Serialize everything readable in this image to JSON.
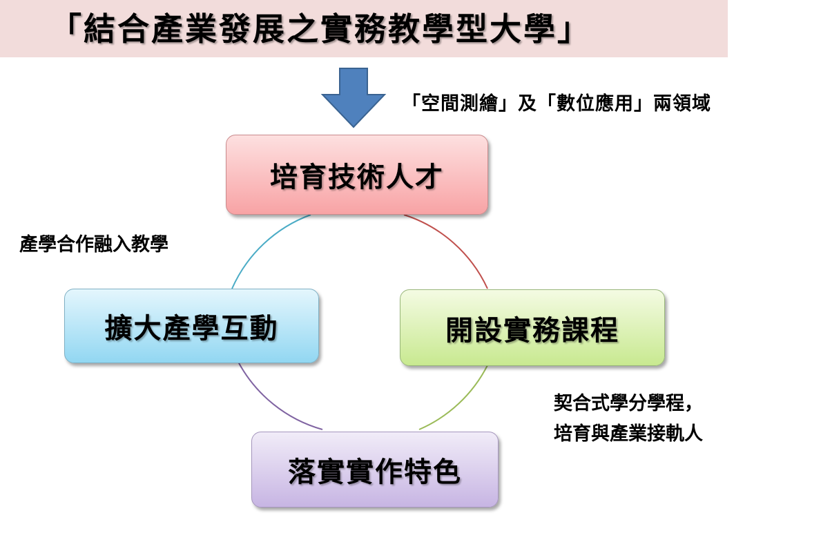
{
  "banner": {
    "title": "「結合產業發展之實務教學型大學」",
    "color": "#f2dcdb"
  },
  "notes": {
    "top": "「空間測繪」及「數位應用」兩領域",
    "left": "產學合作融入教學",
    "right_line1": "契合式學分學程，",
    "right_line2": "培育與產業接軌人"
  },
  "boxes": {
    "top": "培育技術人才",
    "right": "開設實務課程",
    "bottom": "落實實作特色",
    "left": "擴大產學互動"
  },
  "colors": {
    "arrow": "#4f81bd",
    "box_top": "#f8a3a5",
    "box_right": "#c8e990",
    "box_bottom": "#c7b5e3",
    "box_left": "#92d7f2",
    "arc_top_right": "#c0504d",
    "arc_right_bottom": "#9bbb59",
    "arc_bottom_left": "#8064a2",
    "arc_left_top": "#4bacc6"
  }
}
